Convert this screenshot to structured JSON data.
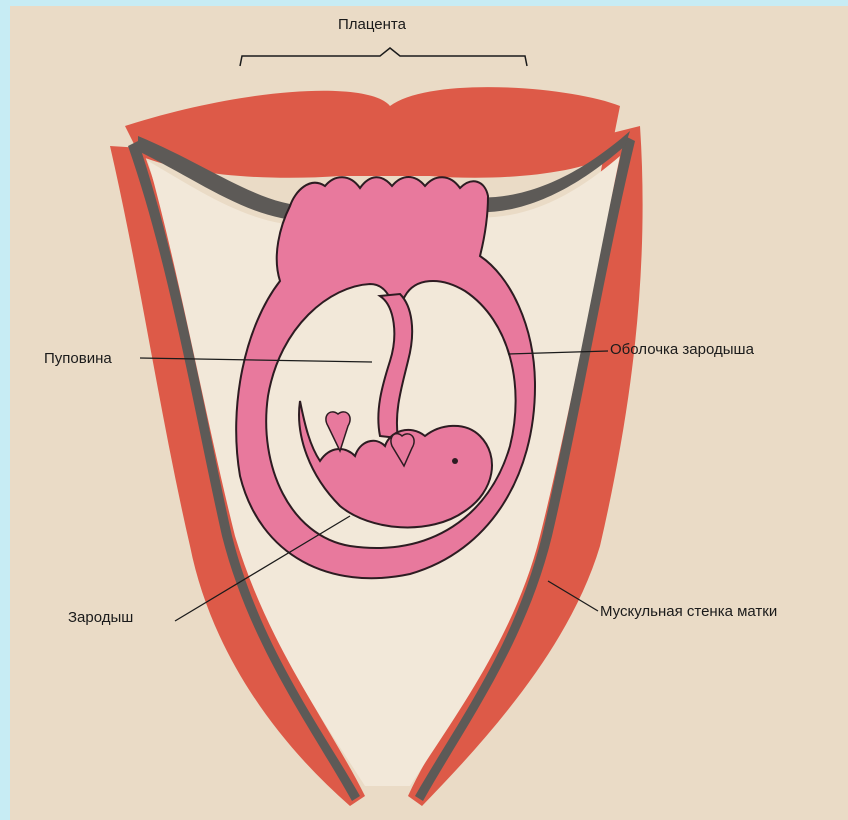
{
  "labels": {
    "placenta": "Плацента",
    "umbilical_cord": "Пуповина",
    "fetal_membrane": "Оболочка зародыша",
    "embryo": "Зародыш",
    "uterine_wall": "Мускульная стенка матки"
  },
  "colors": {
    "background": "#eadbc6",
    "frame": "#c7ecf4",
    "uterine_muscle": "#dd5a48",
    "mucosa_layer": "#5d5a57",
    "embryo_tissue": "#e8799d",
    "embryo_outline": "#2d1c22",
    "cavity": "#f2e8d9"
  }
}
